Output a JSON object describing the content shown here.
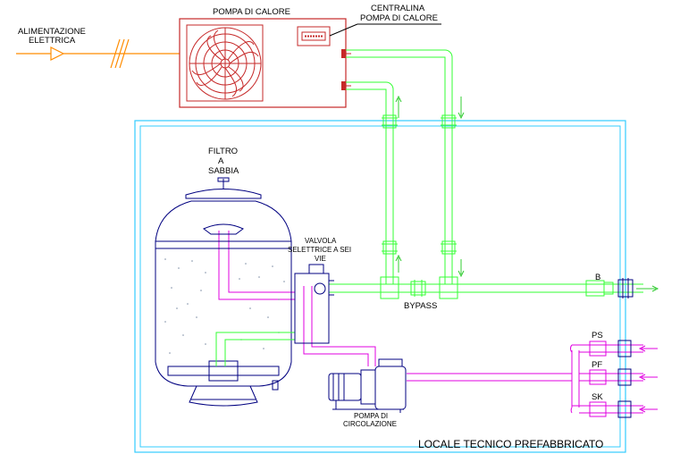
{
  "labels": {
    "power_supply_line1": "ALIMENTAZIONE",
    "power_supply_line2": "ELETTRICA",
    "heat_pump": "POMPA DI CALORE",
    "controller_line1": "CENTRALINA",
    "controller_line2": "POMPA DI CALORE",
    "filter_line1": "FILTRO",
    "filter_line2": "A",
    "filter_line3": "SABBIA",
    "valve_line1": "VALVOLA",
    "valve_line2": "SELETTRICE A SEI",
    "valve_line3": "VIE",
    "bypass": "BYPASS",
    "pump_line1": "POMPA DI",
    "pump_line2": "CIRCOLAZIONE",
    "room": "LOCALE TECNICO PREFABBRICATO",
    "port_b": "B",
    "port_ps": "PS",
    "port_pf": "PF",
    "port_sk": "SK"
  },
  "colors": {
    "heat_pump": "#c62828",
    "power_line": "#ff8c00",
    "room_outline": "#33ccff",
    "return_pipes": "#33ff33",
    "suction_pipes": "#e100e1",
    "equipment": "#000080"
  }
}
